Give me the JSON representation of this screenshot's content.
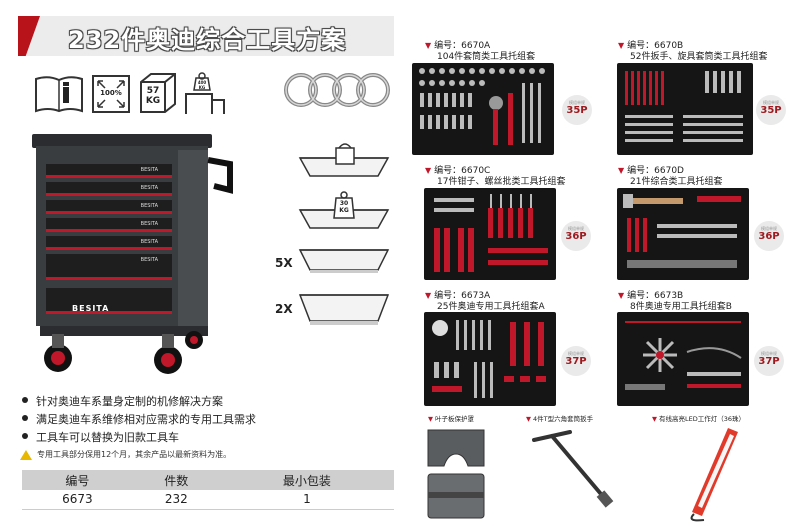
{
  "title": "232件奥迪综合工具方案",
  "icons": {
    "percent": "100%",
    "weight_cube": "57\nKG",
    "capacity": "400\nKG"
  },
  "cabinet": {
    "brand": "BESITA",
    "drawer_brand": "BESITA"
  },
  "trays": {
    "tray_weight": "30\nKG",
    "count_5": "5X",
    "count_2": "2X"
  },
  "bullets": [
    "针对奥迪车系量身定制的机修解决方案",
    "满足奥迪车系维修相对应需求的专用工具需求",
    "工具车可以替换为旧款工具车"
  ],
  "warning": "专用工具部分保用12个月，其余产品以最新资料为准。",
  "table": {
    "headers": [
      "编号",
      "件数",
      "最小包装"
    ],
    "row": [
      "6673",
      "232",
      "1"
    ]
  },
  "sets": [
    {
      "code": "编号：6670A",
      "desc": "104件套筒类工具托组套",
      "badge": "35P",
      "badge_small": "模组单规"
    },
    {
      "code": "编号：6670B",
      "desc": "52件扳手、旋具套筒类工具托组套",
      "badge": "35P",
      "badge_small": "模组单规"
    },
    {
      "code": "编号：6670C",
      "desc": "17件钳子、螺丝批类工具托组套",
      "badge": "36P",
      "badge_small": "模组单规"
    },
    {
      "code": "编号：6670D",
      "desc": "21件综合类工具托组套",
      "badge": "36P",
      "badge_small": "模组单规"
    },
    {
      "code": "编号：6673A",
      "desc": "25件奥迪专用工具托组套A",
      "badge": "37P",
      "badge_small": "模组单规"
    },
    {
      "code": "编号：6673B",
      "desc": "8件奥迪专用工具托组套B",
      "badge": "37P",
      "badge_small": "模组单规"
    }
  ],
  "accessories": [
    "叶子板保护罩",
    "4件T型六角套筒扳手",
    "有线高亮LED工作灯（36珠）"
  ],
  "colors": {
    "accent": "#c0172a",
    "tray": "#151515",
    "cabinet": "#3a3d40"
  }
}
